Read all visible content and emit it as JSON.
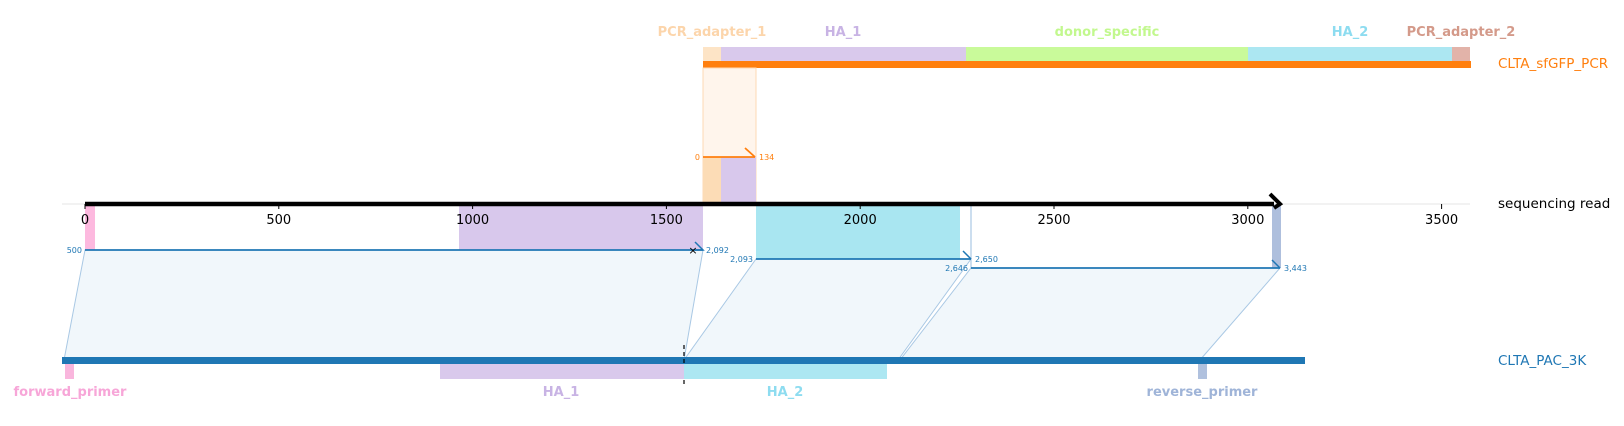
{
  "tracks": {
    "pcr_template": {
      "name": "CLTA_sfGFP_PCR",
      "color": "#ff7f0e"
    },
    "read": {
      "name": "sequencing read",
      "color": "#000000"
    },
    "plasmid": {
      "name": "CLTA_PAC_3K",
      "color": "#1f77b4"
    }
  },
  "top_features": [
    {
      "name": "PCR_adapter_1",
      "color": "#fdd9ae"
    },
    {
      "name": "HA_1",
      "color": "#c5b0e2"
    },
    {
      "name": "donor_specific",
      "color": "#c2f88e"
    },
    {
      "name": "HA_2",
      "color": "#8ddcf0"
    },
    {
      "name": "PCR_adapter_2",
      "color": "#daa090"
    }
  ],
  "bottom_features": [
    {
      "name": "forward_primer",
      "color": "#f7a6d8"
    },
    {
      "name": "HA_1",
      "color": "#c5b0e2"
    },
    {
      "name": "HA_2",
      "color": "#8ddcf0"
    },
    {
      "name": "reverse_primer",
      "color": "#9fb4d8"
    }
  ],
  "axis": {
    "ticks": [
      0,
      500,
      1000,
      1500,
      2000,
      2500,
      3000,
      3500
    ]
  },
  "alignments": [
    {
      "start_label": "0",
      "end_label": "134",
      "color": "#ff7f0e"
    },
    {
      "start_label": "500",
      "end_label": "2,092",
      "color": "#1f77b4"
    },
    {
      "start_label": "2,093",
      "end_label": "2,650",
      "color": "#1f77b4"
    },
    {
      "start_label": "2,646",
      "end_label": "3,443",
      "color": "#1f77b4"
    }
  ]
}
